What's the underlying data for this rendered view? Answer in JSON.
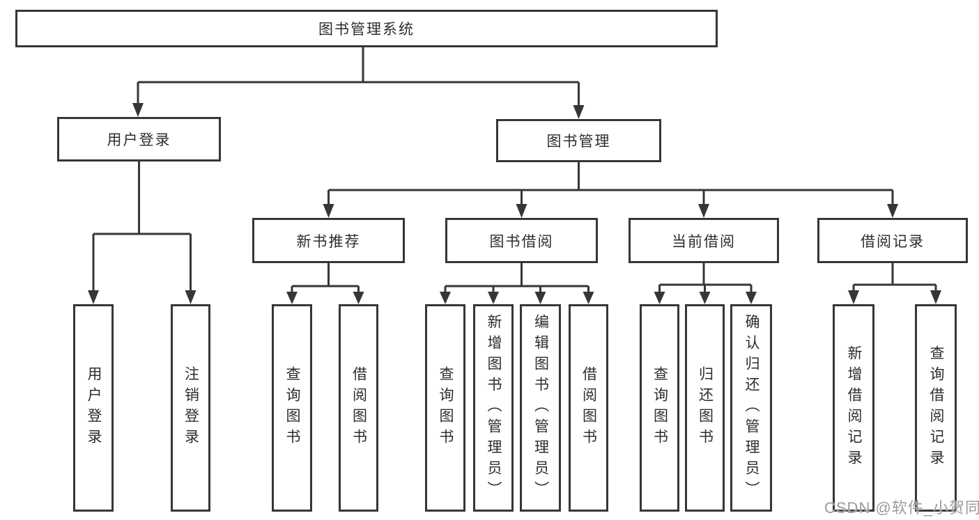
{
  "diagram": {
    "type": "hierarchy-tree",
    "nodes": {
      "root": {
        "label": "图书管理系统"
      },
      "level2": [
        {
          "label": "用户登录"
        },
        {
          "label": "图书管理"
        }
      ],
      "level3": [
        {
          "label": "新书推荐"
        },
        {
          "label": "图书借阅"
        },
        {
          "label": "当前借阅"
        },
        {
          "label": "借阅记录"
        }
      ],
      "leaves": {
        "user_login": [
          "用户登录",
          "注销登录"
        ],
        "new_book": [
          "查询图书",
          "借阅图书"
        ],
        "book_borrow": [
          "查询图书",
          "新增图书（管理员）",
          "编辑图书（管理员）",
          "借阅图书"
        ],
        "current_borrow": [
          "查询图书",
          "归还图书",
          "确认归还（管理员）"
        ],
        "borrow_records": [
          "新增借阅记录",
          "查询借阅记录"
        ]
      }
    },
    "colors": {
      "line": "#363636",
      "text": "#2d2d2d",
      "box_background": "#ffffff",
      "watermark": "#9b9b9b"
    }
  },
  "watermark": "CSDN @软件_小贺同学"
}
